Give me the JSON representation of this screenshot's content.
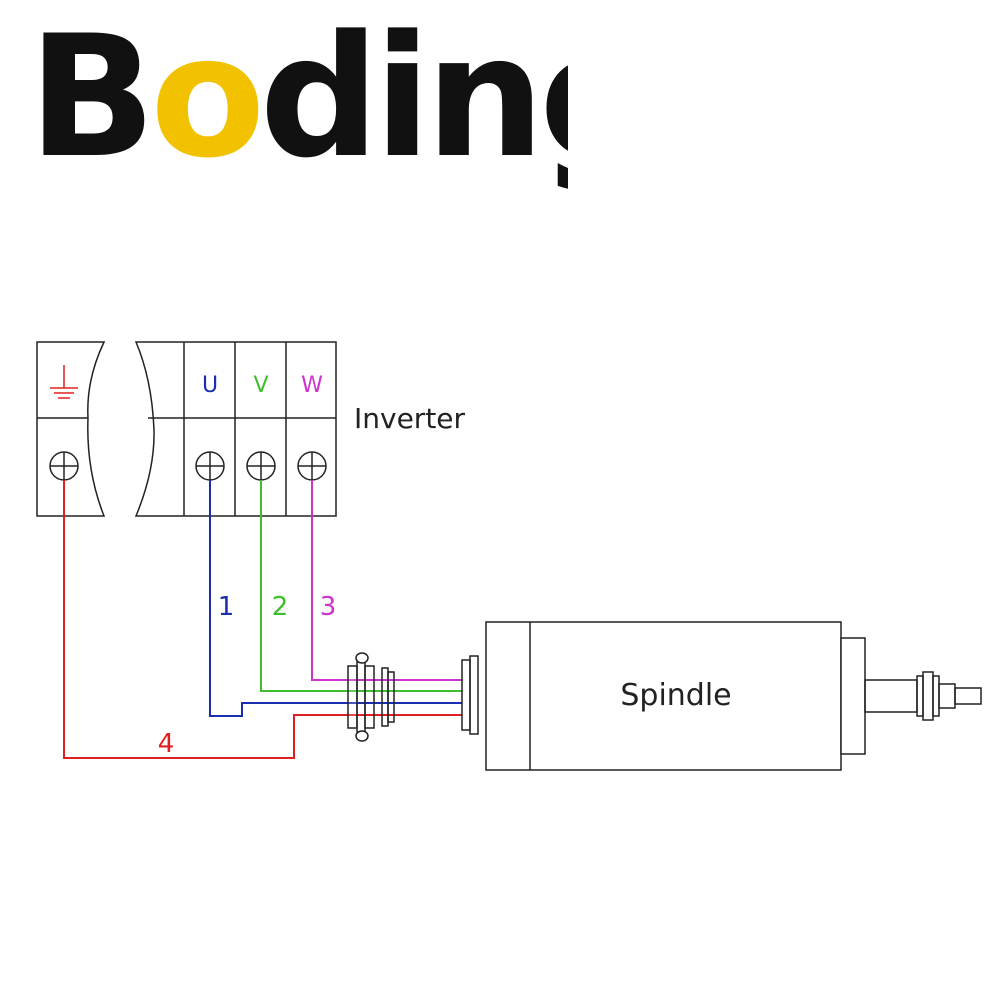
{
  "logo": {
    "text": "Boding",
    "parts": [
      "B",
      "o",
      "ding"
    ],
    "accent_color": "#f2c100",
    "text_color": "#111111"
  },
  "diagram": {
    "inverter_label": "Inverter",
    "terminals": [
      {
        "label": "U",
        "color": "#1a2fb0"
      },
      {
        "label": "V",
        "color": "#3cbf2a"
      },
      {
        "label": "W",
        "color": "#cc33cc"
      }
    ],
    "ground_icon": "earth-ground-icon",
    "wires": [
      {
        "number": "1",
        "color": "#1a2fb0"
      },
      {
        "number": "2",
        "color": "#3cbf2a"
      },
      {
        "number": "3",
        "color": "#cc33cc"
      },
      {
        "number": "4",
        "color": "#e02020"
      }
    ],
    "spindle_label": "Spindle"
  }
}
